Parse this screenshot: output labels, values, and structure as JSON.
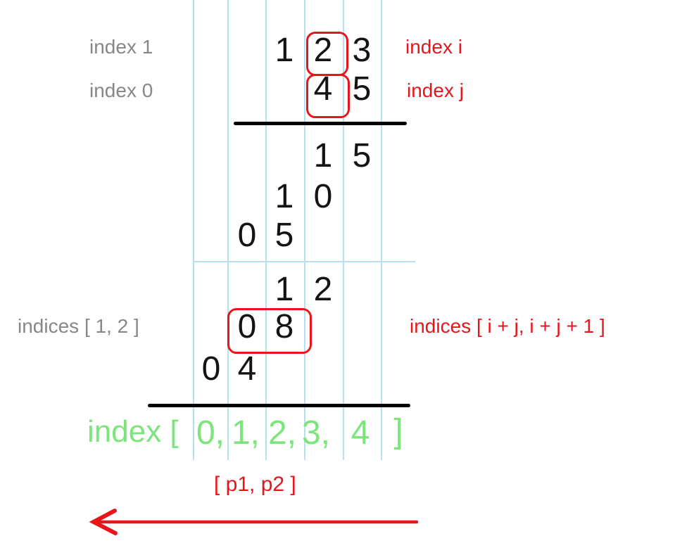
{
  "colors": {
    "red": "#e8151b",
    "green": "#7ce57c",
    "gray": "#878787",
    "blue": "#b3e1f0",
    "ink": "#141414"
  },
  "diagram": {
    "left_labels": {
      "top": "index 1",
      "bottom": "index 0",
      "product": "indices [ 1, 2 ]"
    },
    "right_labels": {
      "top": "index i",
      "bottom": "index j",
      "product": "indices [ i + j, i + j + 1 ]"
    },
    "operands": {
      "multiplicand": [
        "1",
        "2",
        "3"
      ],
      "multiplier": [
        "4",
        "5"
      ]
    },
    "partials1": [
      [
        "1",
        "5"
      ],
      [
        "1",
        "0"
      ],
      [
        "0",
        "5"
      ]
    ],
    "partials2": [
      [
        "1",
        "2"
      ],
      [
        "0",
        "8"
      ],
      [
        "0",
        "4"
      ]
    ],
    "index_row": {
      "prefix": "index [",
      "values": [
        "0,",
        "1,",
        "2,",
        "3,",
        "4"
      ],
      "suffix": "]"
    },
    "pointers_label": "[ p1, p2 ]"
  }
}
